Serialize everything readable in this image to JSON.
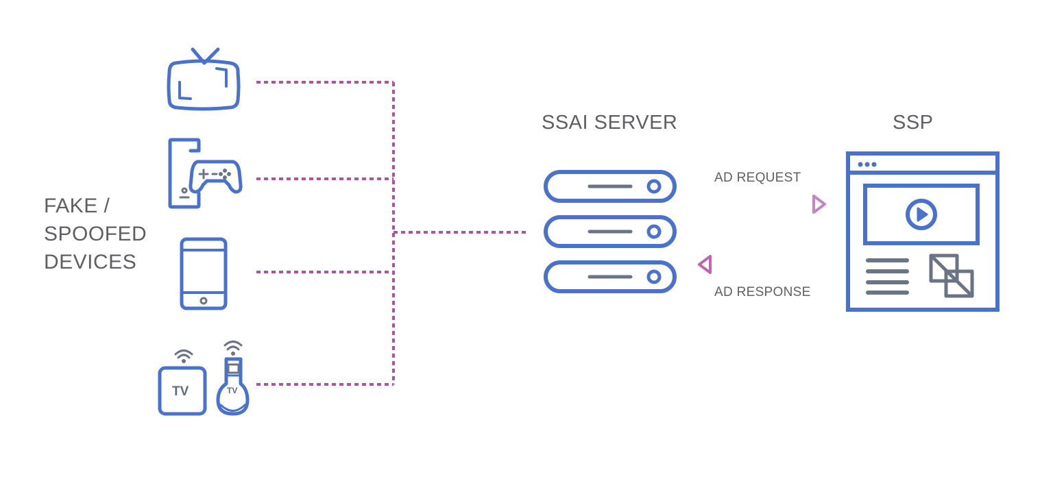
{
  "devices": {
    "label_lines": [
      "FAKE /",
      "SPOOFED",
      "DEVICES"
    ],
    "items": [
      {
        "name": "tv",
        "icon": "television-icon"
      },
      {
        "name": "game-console",
        "icon": "game-console-icon"
      },
      {
        "name": "smartphone",
        "icon": "smartphone-icon"
      },
      {
        "name": "tv-box-and-stick",
        "icon": "streaming-devices-icon",
        "box_text": "TV",
        "stick_text": "TV"
      }
    ]
  },
  "server": {
    "title": "SSAI SERVER",
    "icon": "server-stack-icon"
  },
  "ssp": {
    "title": "SSP",
    "icon": "browser-window-icon"
  },
  "flows": {
    "request_label": "AD REQUEST",
    "response_label": "AD RESPONSE"
  },
  "colors": {
    "icon_blue": "#4a72cc",
    "icon_gray": "#6b7387",
    "dotted_line": "#b0539e",
    "arrow_light": "#d8a6d6",
    "arrow_dark": "#7a3b93",
    "text": "#5f5f63"
  }
}
